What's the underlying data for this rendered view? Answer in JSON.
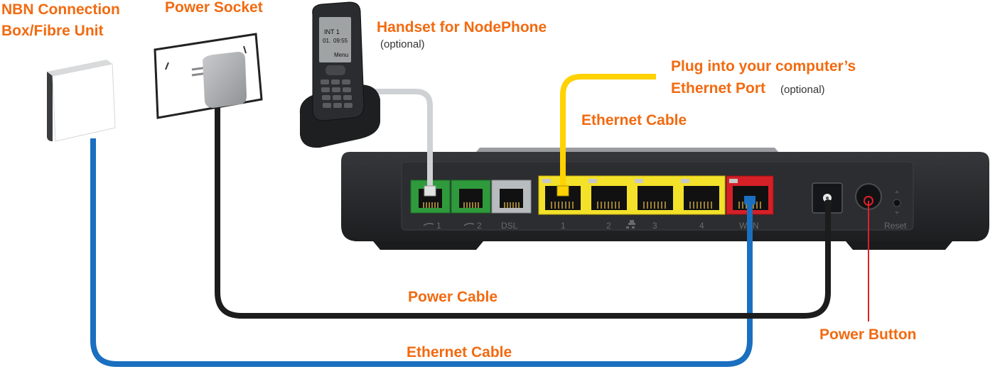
{
  "labels": {
    "nbn_line1": "NBN Connection",
    "nbn_line2": "Box/Fibre Unit",
    "power_socket": "Power Socket",
    "handset": "Handset for NodePhone",
    "handset_note": "(optional)",
    "computer_line1": "Plug into your computer’s",
    "computer_line2": "Ethernet Port",
    "computer_note": "(optional)",
    "ethernet_cable_top": "Ethernet Cable",
    "power_cable": "Power Cable",
    "ethernet_cable_bottom": "Ethernet Cable",
    "power_button": "Power Button"
  },
  "ports": {
    "phone1": "1",
    "phone2": "2",
    "dsl": "DSL",
    "lan1": "1",
    "lan2": "2",
    "lan3": "3",
    "lan4": "4",
    "wan": "WAN",
    "reset": "Reset"
  },
  "phone_screen": {
    "line1": "INT 1",
    "line2": "01.",
    "line3": "09:55",
    "softkey_right": "Menu"
  },
  "colors": {
    "label_orange": "#f26a10",
    "cable_blue": "#1a6fc0",
    "cable_black": "#1c1c1c",
    "cable_yellow": "#ffd200",
    "cable_grey": "#cfd2d4",
    "cable_red": "#e0202a",
    "port_green": "#2f9a3c",
    "port_yellow": "#f3e12a",
    "port_red": "#d52027",
    "router_body": "#26282b"
  }
}
